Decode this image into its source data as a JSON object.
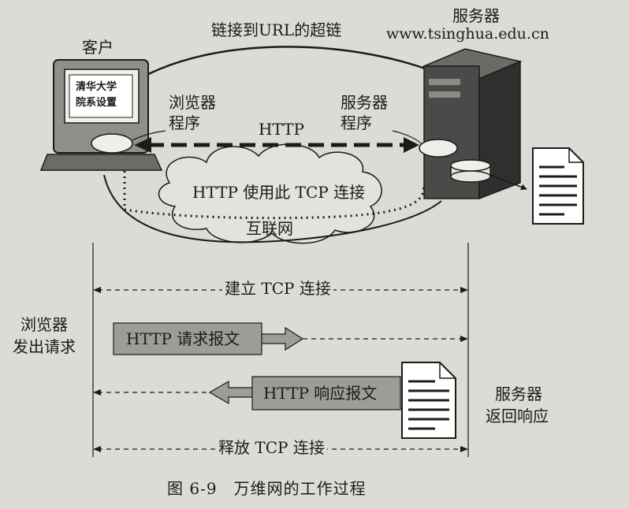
{
  "top_link_label": "链接到URL的超链",
  "server_title": "服务器",
  "server_host": "www.tsinghua.edu.cn",
  "client_title": "客户",
  "monitor_line1": "清华大学",
  "monitor_line2": "院系设置",
  "browser_label_line1": "浏览器",
  "browser_label_line2": "程序",
  "server_prog_line1": "服务器",
  "server_prog_line2": "程序",
  "http_label": "HTTP",
  "tcp_label": "HTTP 使用此 TCP 连接",
  "internet_label": "互联网",
  "steps": {
    "establish": "建立 TCP 连接",
    "request": "HTTP 请求报文",
    "response": "HTTP 响应报文",
    "release": "释放 TCP 连接"
  },
  "left_note_line1": "浏览器",
  "left_note_line2": "发出请求",
  "right_note_line1": "服务器",
  "right_note_line2": "返回响应",
  "caption": "图 6-9　万维网的工作过程",
  "colors": {
    "background": "#dcdbd6",
    "ink": "#1b1b1b",
    "box_fill": "#9c9c98",
    "server_dark": "#3a3a3a",
    "server_mid": "#555555"
  }
}
